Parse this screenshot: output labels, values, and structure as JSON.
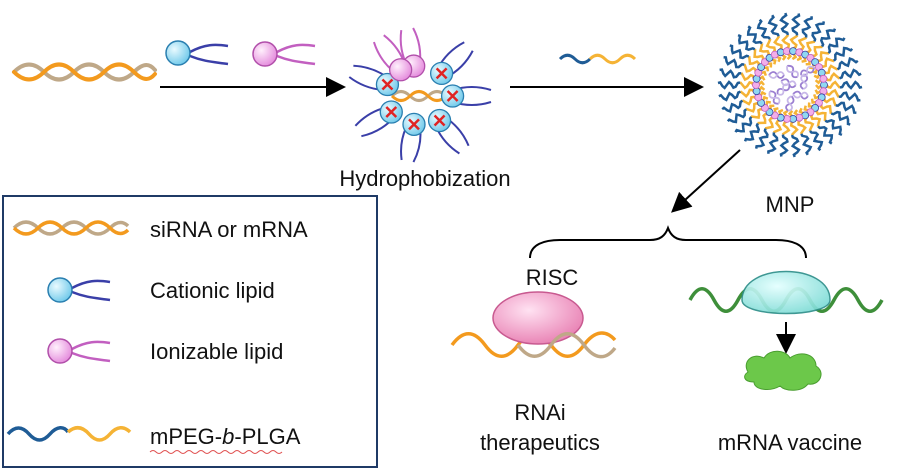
{
  "labels": {
    "hydrophobization": "Hydrophobization",
    "mnp": "MNP",
    "risc": "RISC",
    "rnai_line1": "RNAi",
    "rnai_line2": "therapeutics",
    "mrna_vaccine": "mRNA vaccine"
  },
  "legend": {
    "items": [
      {
        "icon": "double-helix-icon",
        "label": "siRNA or mRNA"
      },
      {
        "icon": "cationic-lipid-icon",
        "label": "Cationic lipid"
      },
      {
        "icon": "ionizable-lipid-icon",
        "label": "Ionizable lipid"
      },
      {
        "icon": "copolymer-icon",
        "label": "mPEG-b-PLGA",
        "label_parts": [
          "mPEG-",
          "b",
          "-PLGA"
        ]
      }
    ]
  },
  "colors": {
    "rna_orange": "#F39A1E",
    "rna_tan": "#BFA888",
    "cationic_head": "#8FD8F2",
    "ionizable_head": "#F2AEEA",
    "tail_blue": "#3A3FA8",
    "tail_pink": "#C25FC0",
    "peg_blue": "#1F5C96",
    "plga_orange": "#F5B335",
    "mrna_green": "#3E8F3A",
    "ribosome": "#A6ECEC",
    "risc": "#F3A2C8",
    "protein": "#6CC84A",
    "cross_red": "#E02424"
  }
}
